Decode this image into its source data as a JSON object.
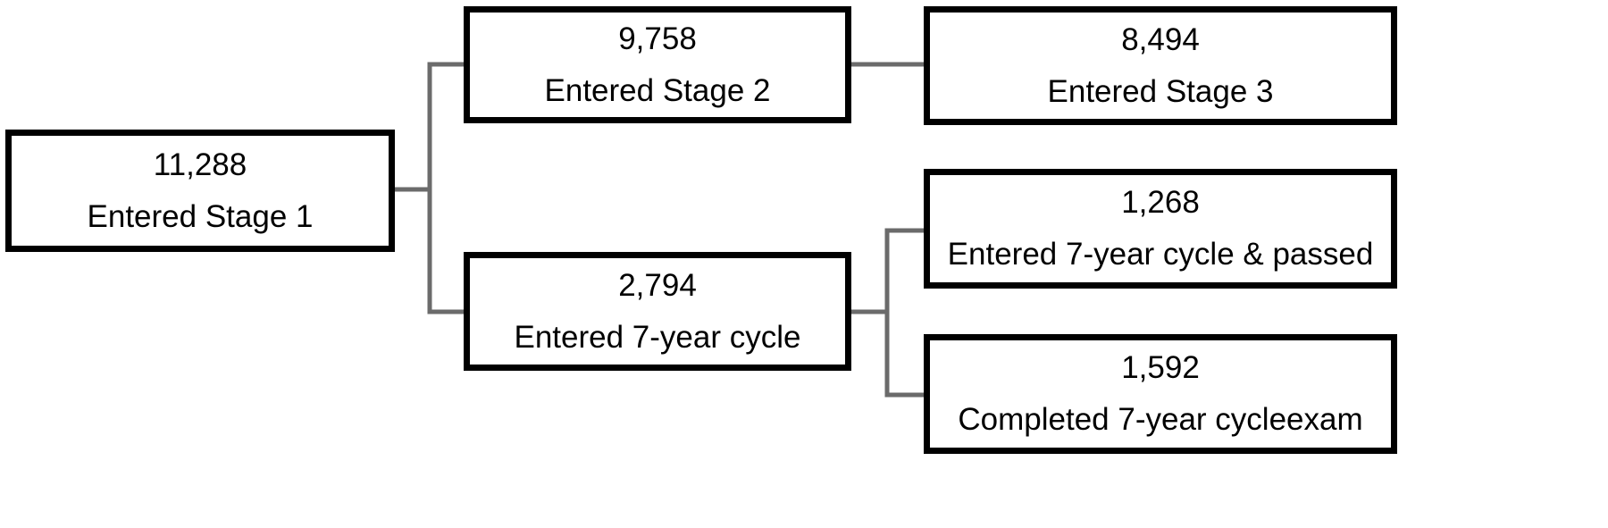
{
  "diagram": {
    "connector_color": "#6b6b6b",
    "border_color": "#000000",
    "nodes": {
      "stage1": {
        "count": "11,288",
        "label": "Entered Stage 1"
      },
      "stage2": {
        "count": "9,758",
        "label": "Entered Stage 2"
      },
      "stage3": {
        "count": "8,494",
        "label": "Entered Stage 3"
      },
      "cycle": {
        "count": "2,794",
        "label": "Entered 7-year cycle"
      },
      "passed": {
        "count": "1,268",
        "label": "Entered 7-year cycle & passed"
      },
      "exam": {
        "count": "1,592",
        "label": "Completed 7-year cycleexam"
      }
    },
    "edges": [
      {
        "from": "stage1",
        "to": "stage2"
      },
      {
        "from": "stage1",
        "to": "cycle"
      },
      {
        "from": "stage2",
        "to": "stage3"
      },
      {
        "from": "cycle",
        "to": "passed"
      },
      {
        "from": "cycle",
        "to": "exam"
      }
    ]
  }
}
